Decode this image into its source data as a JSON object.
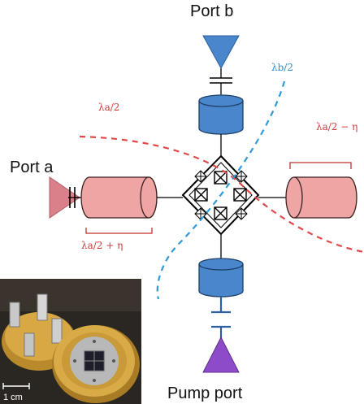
{
  "labels": {
    "port_b": "Port b",
    "port_a": "Port a",
    "pump_port": "Pump port",
    "lambda_a_half": "λa/2",
    "lambda_b_half": "λb/2",
    "lambda_a_half_minus_eta": "λa/2 − η",
    "lambda_a_half_plus_eta": "λa/2 + η",
    "scale_bar": "1 cm"
  },
  "colors": {
    "port_a_triangle": "#d9808a",
    "port_b_triangle": "#4a86cc",
    "pump_triangle": "#8e4bc9",
    "red_resonator": "#f0a5a5",
    "blue_resonator": "#4a86cc",
    "red_mode": "#e0494a",
    "blue_mode": "#2f9ad8"
  }
}
